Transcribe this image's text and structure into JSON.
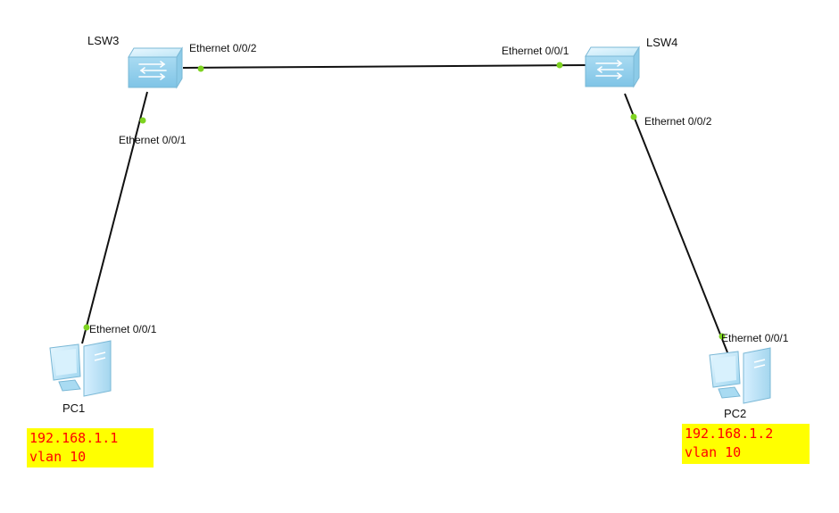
{
  "devices": {
    "lsw3": {
      "label": "LSW3",
      "type": "switch",
      "icon": "switch-icon"
    },
    "lsw4": {
      "label": "LSW4",
      "type": "switch",
      "icon": "switch-icon"
    },
    "pc1": {
      "label": "PC1",
      "type": "pc",
      "icon": "pc-icon"
    },
    "pc2": {
      "label": "PC2",
      "type": "pc",
      "icon": "pc-icon"
    }
  },
  "links": [
    {
      "from": "LSW3",
      "from_port": "Ethernet 0/0/2",
      "to": "LSW4",
      "to_port": "Ethernet 0/0/1"
    },
    {
      "from": "LSW3",
      "from_port": "Ethernet 0/0/1",
      "to": "PC1",
      "to_port": "Ethernet 0/0/1"
    },
    {
      "from": "LSW4",
      "from_port": "Ethernet 0/0/2",
      "to": "PC2",
      "to_port": "Ethernet 0/0/1"
    }
  ],
  "port_labels": {
    "lsw3_e2": "Ethernet 0/0/2",
    "lsw3_e1": "Ethernet 0/0/1",
    "lsw4_e1": "Ethernet 0/0/1",
    "lsw4_e2": "Ethernet 0/0/2",
    "pc1_e1": "Ethernet 0/0/1",
    "pc2_e1": "Ethernet 0/0/1"
  },
  "notes": {
    "pc1": {
      "ip": "192.168.1.1",
      "vlan": "vlan 10"
    },
    "pc2": {
      "ip": "192.168.1.2",
      "vlan": "vlan 10"
    }
  },
  "colors": {
    "link": "#111111",
    "port_dot": "#7ed321",
    "note_bg": "#ffff00",
    "note_text": "#ff0000",
    "device_body": "#bfe6f7",
    "device_edge": "#7ab8d6"
  }
}
